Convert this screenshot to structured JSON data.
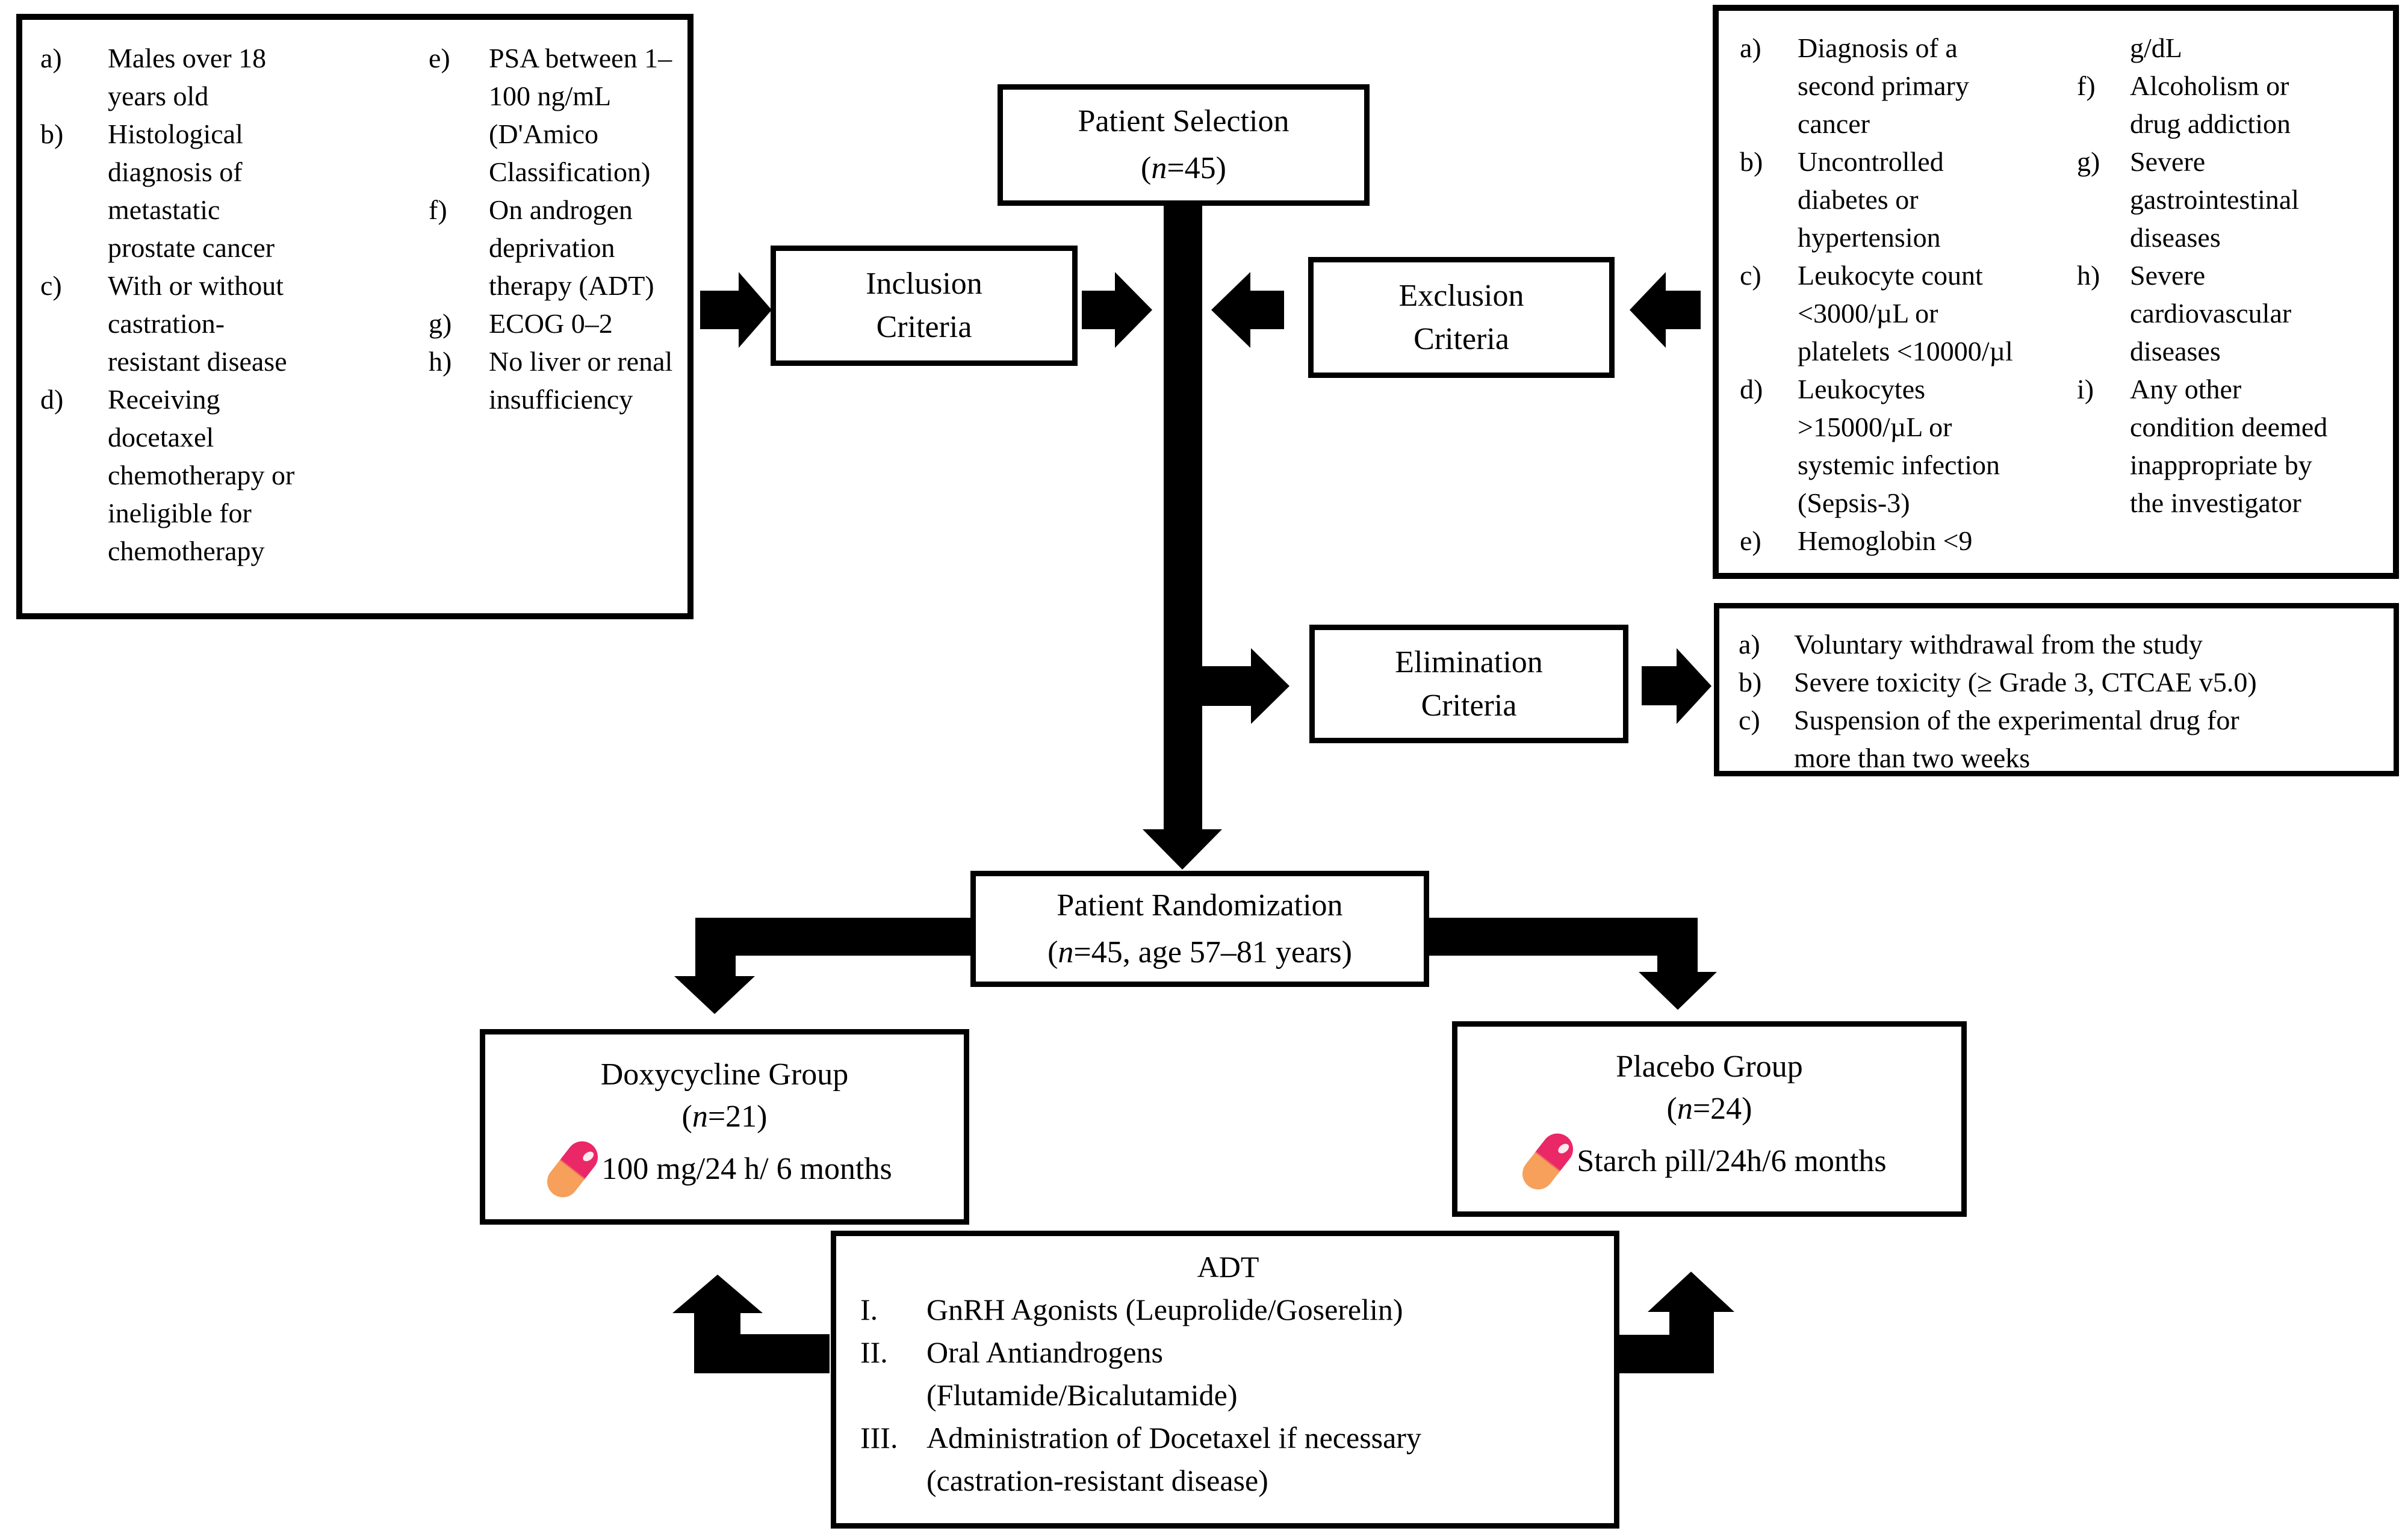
{
  "colors": {
    "line": "#000000",
    "background": "#ffffff",
    "pill_top": "#ea2767",
    "pill_bottom": "#f6a05b"
  },
  "selection": {
    "title": "Patient Selection",
    "sub_open": "(",
    "sub_n": "n",
    "sub_close": "=45)"
  },
  "inclusion_box": {
    "label": "Inclusion\nCriteria"
  },
  "exclusion_box": {
    "label": "Exclusion\nCriteria"
  },
  "elimination_box": {
    "label": "Elimination\nCriteria"
  },
  "randomization": {
    "title": "Patient Randomization",
    "sub_open": "(",
    "sub_n": "n",
    "sub_close": "=45, age 57–81 years)"
  },
  "doxycycline_group": {
    "title": "Doxycycline Group",
    "sub_open": "(",
    "sub_n": "n",
    "sub_close": "=21)",
    "pill_icon": "capsule-icon",
    "regimen": "100 mg/24 h/ 6 months"
  },
  "placebo_group": {
    "title": "Placebo Group",
    "sub_open": "(",
    "sub_n": "n",
    "sub_close": "=24)",
    "pill_icon": "capsule-icon",
    "regimen": "Starch pill/24h/6 months"
  },
  "adt": {
    "title": "ADT",
    "items": [
      {
        "num": "I.",
        "text": "GnRH Agonists (Leuprolide/Goserelin)"
      },
      {
        "num": "II.",
        "text": "Oral Antiandrogens\n(Flutamide/Bicalutamide)"
      },
      {
        "num": "III.",
        "text": "Administration of Docetaxel if necessary\n(castration-resistant disease)"
      }
    ]
  },
  "inclusion_list": {
    "col1": [
      {
        "letter": "a)",
        "text": "Males over 18\nyears old"
      },
      {
        "letter": "b)",
        "text": "Histological\ndiagnosis of\nmetastatic\nprostate cancer"
      },
      {
        "letter": "c)",
        "text": "With or without\ncastration-\nresistant disease"
      },
      {
        "letter": "d)",
        "text": "Receiving\ndocetaxel\nchemotherapy or\nineligible for\nchemotherapy"
      }
    ],
    "col2": [
      {
        "letter": "e)",
        "text": "PSA between 1–\n100 ng/mL\n(D'Amico\nClassification)"
      },
      {
        "letter": "f)",
        "text": "On androgen\ndeprivation\ntherapy (ADT)"
      },
      {
        "letter": "g)",
        "text": "ECOG 0–2"
      },
      {
        "letter": "h)",
        "text": "No liver or renal\ninsufficiency"
      }
    ]
  },
  "exclusion_list": {
    "col1": [
      {
        "letter": "a)",
        "text": "Diagnosis of a\nsecond primary\ncancer"
      },
      {
        "letter": "b)",
        "text": "Uncontrolled\ndiabetes or\nhypertension"
      },
      {
        "letter": "c)",
        "text": "Leukocyte count\n<3000/µL or\nplatelets <10000/µl"
      },
      {
        "letter": "d)",
        "text": "Leukocytes\n>15000/µL or\nsystemic infection\n(Sepsis-3)"
      },
      {
        "letter": "e)",
        "text": "Hemoglobin <9"
      }
    ],
    "col2": [
      {
        "letter": "",
        "text": "g/dL"
      },
      {
        "letter": "f)",
        "text": "Alcoholism or\ndrug addiction"
      },
      {
        "letter": "g)",
        "text": "Severe\ngastrointestinal\ndiseases"
      },
      {
        "letter": "h)",
        "text": "Severe\ncardiovascular\ndiseases"
      },
      {
        "letter": "i)",
        "text": "Any other\ncondition deemed\ninappropriate by\nthe investigator"
      }
    ]
  },
  "elimination_list": {
    "items": [
      {
        "letter": "a)",
        "text": "Voluntary withdrawal from the study"
      },
      {
        "letter": "b)",
        "text": "Severe toxicity (≥ Grade 3, CTCAE v5.0)"
      },
      {
        "letter": "c)",
        "text": "Suspension of the experimental drug for\nmore than two weeks"
      }
    ]
  }
}
